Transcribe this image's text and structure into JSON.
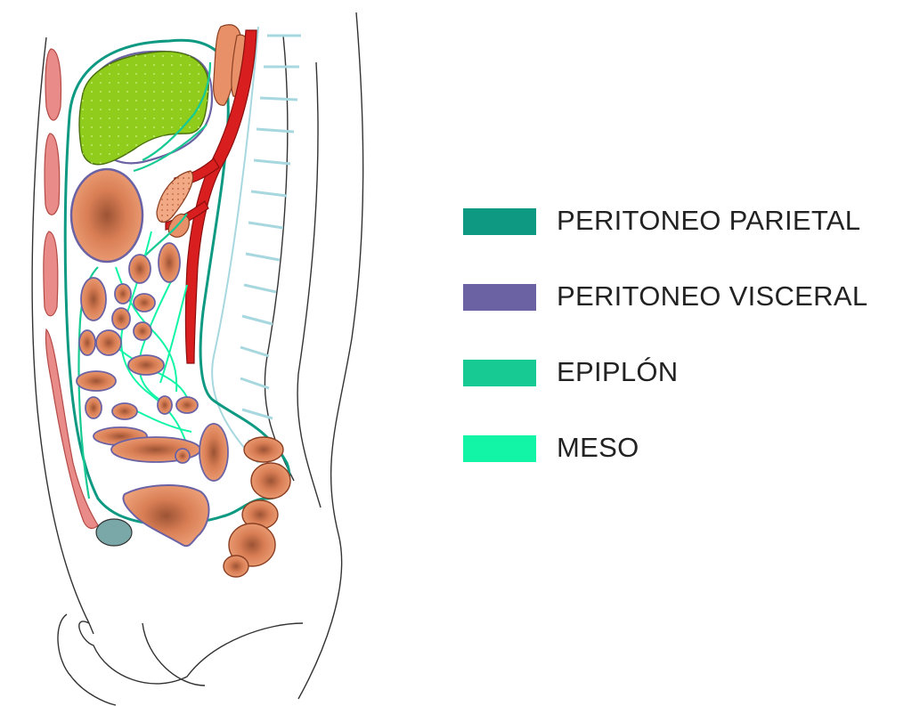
{
  "legend": {
    "items": [
      {
        "label": "PERITONEO PARIETAL",
        "color": "#0E9982"
      },
      {
        "label": "PERITONEO VISCERAL",
        "color": "#6B62A4"
      },
      {
        "label": "EPIPLÓN",
        "color": "#17C993"
      },
      {
        "label": "MESO",
        "color": "#13F5A6"
      }
    ]
  },
  "colors": {
    "liver": "#8FCC1C",
    "organ": "#E89168",
    "aorta": "#D81E1E",
    "muscle": "#E98B88",
    "outline": "#333333",
    "vertebra_line": "#A8D8DF"
  },
  "icons": [
    "sagittal-abdomen-diagram"
  ]
}
